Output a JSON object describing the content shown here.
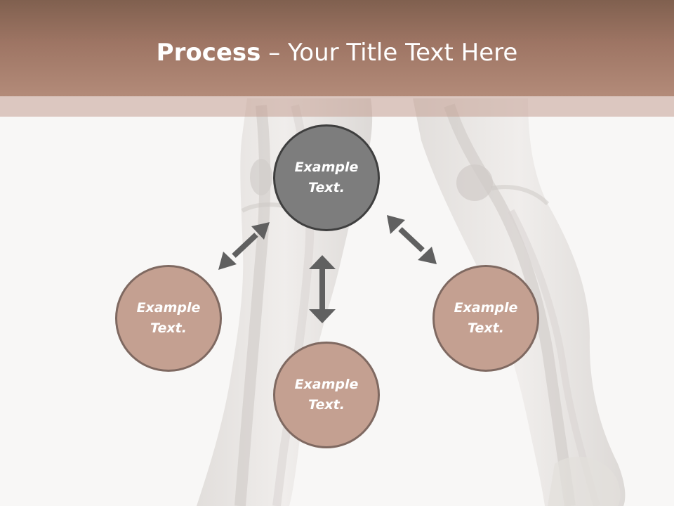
{
  "title": {
    "bold": "Process",
    "separator": " – ",
    "rest": "Your Title Text Here"
  },
  "nodes": {
    "top": {
      "line1": "Example",
      "line2": "Text."
    },
    "left": {
      "line1": "Example",
      "line2": "Text."
    },
    "bottom": {
      "line1": "Example",
      "line2": "Text."
    },
    "right": {
      "line1": "Example",
      "line2": "Text."
    }
  },
  "colors": {
    "header": "#9e7564",
    "center_node": "#7d7d7d",
    "side_node": "#c4a091",
    "arrow": "#606060"
  },
  "background": {
    "image": "human-legs-skeleton-xray"
  }
}
